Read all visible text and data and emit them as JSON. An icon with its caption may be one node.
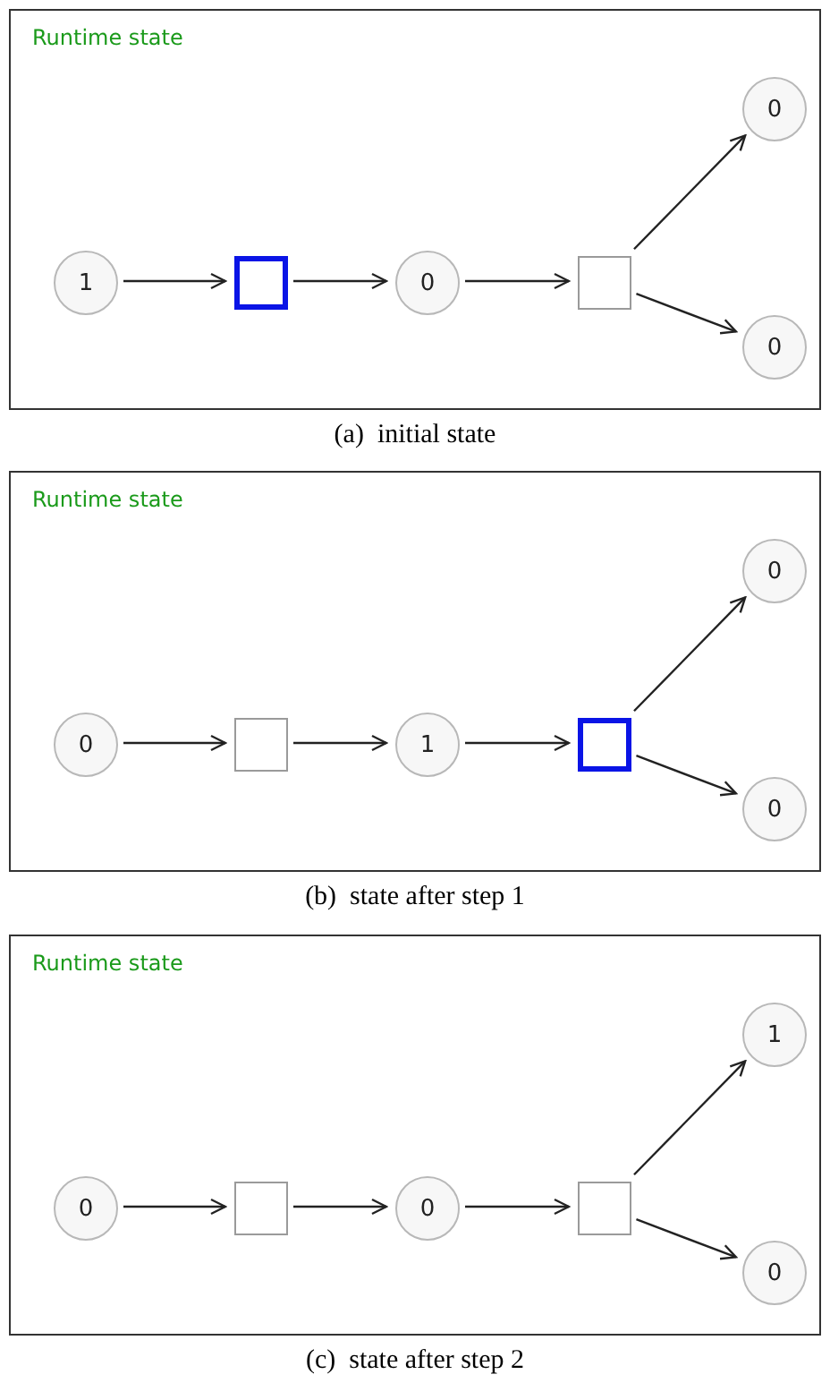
{
  "diagram": {
    "nodes": [
      {
        "text": [
          "Runtime state"
        ],
        "beside": [
          "(a)  initial state"
        ]
      },
      {
        "text": [
          "1"
        ],
        "in": 0
      },
      {
        "text": [],
        "shape": "box",
        "in": 0
      },
      {
        "text": [
          "0"
        ],
        "in": 0
      },
      {
        "text": [],
        "shape": "box",
        "in": 0
      },
      {
        "text": [
          "0"
        ],
        "in": 0
      },
      {
        "text": [
          "0"
        ],
        "in": 0
      },
      {
        "text": [
          "Runtime state"
        ],
        "beside": [
          "(b)  state after step 1"
        ]
      },
      {
        "text": [
          "0"
        ],
        "in": 7
      },
      {
        "text": [],
        "shape": "box",
        "in": 7
      },
      {
        "text": [
          "1"
        ],
        "in": 7
      },
      {
        "text": [],
        "shape": "box",
        "in": 7
      },
      {
        "text": [
          "0"
        ],
        "in": 7
      },
      {
        "text": [
          "0"
        ],
        "in": 7
      },
      {
        "text": [
          "Runtime state"
        ],
        "beside": [
          "(c)  state after step 2"
        ]
      },
      {
        "text": [
          "0"
        ],
        "in": 14
      },
      {
        "text": [],
        "shape": "box",
        "in": 14
      },
      {
        "text": [
          "0"
        ],
        "in": 14
      },
      {
        "text": [],
        "shape": "box",
        "in": 14
      },
      {
        "text": [
          "1"
        ],
        "in": 14
      },
      {
        "text": [
          "0"
        ],
        "in": 14
      }
    ],
    "edges": [
      {
        "from": 1,
        "to": 2,
        "arrow": "to"
      },
      {
        "from": 2,
        "to": 3,
        "arrow": "to"
      },
      {
        "from": 3,
        "to": 4,
        "arrow": "to"
      },
      {
        "from": 4,
        "to": 5,
        "arrow": "to"
      },
      {
        "from": 4,
        "to": 6,
        "arrow": "to"
      },
      {
        "from": 8,
        "to": 9,
        "arrow": "to"
      },
      {
        "from": 9,
        "to": 10,
        "arrow": "to"
      },
      {
        "from": 10,
        "to": 11,
        "arrow": "to"
      },
      {
        "from": 11,
        "to": 12,
        "arrow": "to"
      },
      {
        "from": 11,
        "to": 13,
        "arrow": "to"
      },
      {
        "from": 15,
        "to": 16,
        "arrow": "to"
      },
      {
        "from": 16,
        "to": 17,
        "arrow": "to"
      },
      {
        "from": 17,
        "to": 18,
        "arrow": "to"
      },
      {
        "from": 18,
        "to": 19,
        "arrow": "to"
      },
      {
        "from": 18,
        "to": 20,
        "arrow": "to"
      }
    ]
  }
}
